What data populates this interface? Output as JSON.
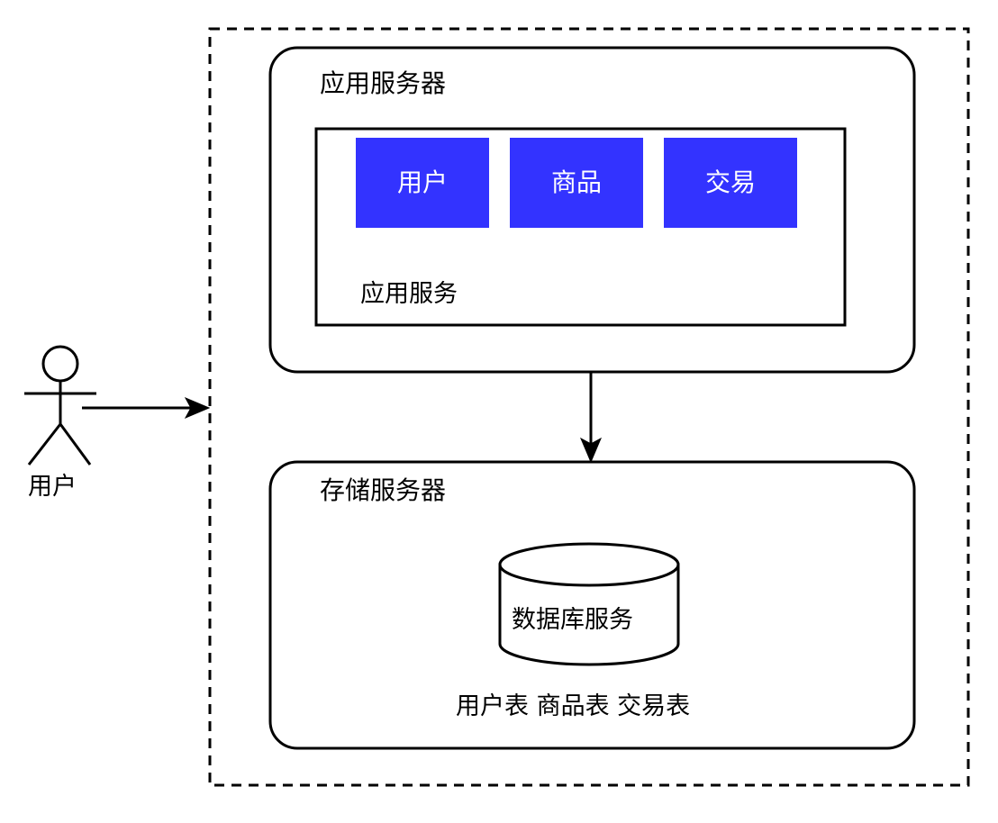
{
  "diagram": {
    "boundary": {
      "name": "system-boundary",
      "style": "dashed"
    },
    "actor": {
      "label": "用户",
      "icon": "stick-figure-actor-icon"
    },
    "flow_arrows": [
      {
        "name": "user-to-system-arrow",
        "direction": "right"
      },
      {
        "name": "app-to-storage-arrow",
        "direction": "down"
      }
    ],
    "app_server": {
      "title": "应用服务器",
      "inner_group_label": "应用服务",
      "services": [
        {
          "label": "用户",
          "color": "#3333ff"
        },
        {
          "label": "商品",
          "color": "#3333ff"
        },
        {
          "label": "交易",
          "color": "#3333ff"
        }
      ]
    },
    "storage_server": {
      "title": "存储服务器",
      "database": {
        "label": "数据库服务",
        "icon": "database-cylinder-icon"
      },
      "tables_label": "用户表 商品表 交易表"
    }
  },
  "colors": {
    "service_blue": "#3333ff",
    "stroke": "#000000",
    "background": "#ffffff",
    "service_text": "#ffffff"
  }
}
